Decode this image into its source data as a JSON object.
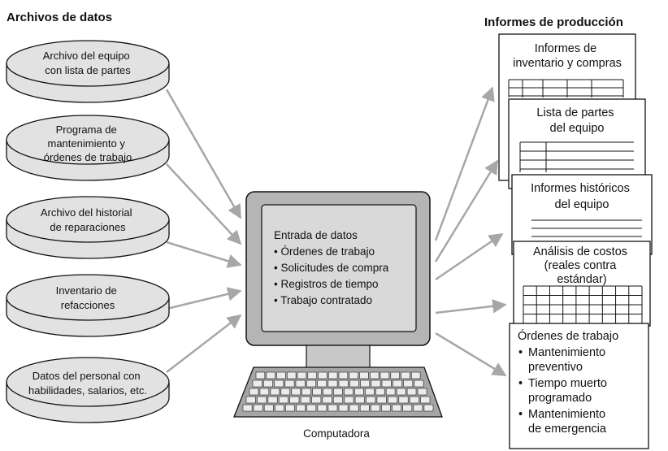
{
  "headings": {
    "data_files": "Archivos de datos",
    "production_reports": "Informes de producción"
  },
  "data_files": [
    {
      "lines": [
        "Archivo del equipo",
        "con lista de partes"
      ]
    },
    {
      "lines": [
        "Programa de",
        "mantenimiento y",
        "órdenes de trabajo"
      ]
    },
    {
      "lines": [
        "Archivo del historial",
        "de reparaciones"
      ]
    },
    {
      "lines": [
        "Inventario de",
        "refacciones"
      ]
    },
    {
      "lines": [
        "Datos del personal con",
        "habilidades, salarios, etc."
      ]
    }
  ],
  "computer": {
    "screen_title": "Entrada de datos",
    "screen_items": [
      "Órdenes de trabajo",
      "Solicitudes de compra",
      "Registros de tiempo",
      "Trabajo contratado"
    ],
    "caption": "Computadora"
  },
  "reports": [
    {
      "lines": [
        "Informes de",
        "inventario y compras"
      ]
    },
    {
      "lines": [
        "Lista de partes",
        "del equipo"
      ]
    },
    {
      "lines": [
        "Informes históricos",
        "del equipo"
      ]
    },
    {
      "lines": [
        "Análisis de costos",
        "(reales contra",
        "estándar)"
      ]
    },
    {
      "title": "Órdenes de trabajo",
      "items": [
        [
          "Mantenimiento",
          "preventivo"
        ],
        [
          "Tiempo muerto",
          "programado"
        ],
        [
          "Mantenimiento",
          "de emergencia"
        ]
      ]
    }
  ]
}
